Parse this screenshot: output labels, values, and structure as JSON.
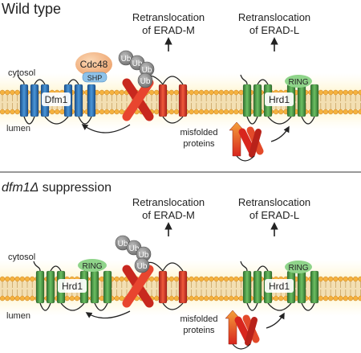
{
  "panels": [
    {
      "title": "Wild type",
      "title_italic_part": "",
      "retrans_left": [
        "Retranslocation",
        "of ERAD-M"
      ],
      "retrans_right": [
        "Retranslocation",
        "of ERAD-L"
      ],
      "cytosol": "cytosol",
      "lumen": "lumen",
      "misfolded": [
        "misfolded",
        "proteins"
      ],
      "left_protein": "Dfm1",
      "right_protein": "Hrd1",
      "cdc48": "Cdc48",
      "shp": "SHP",
      "ring_right": "RING",
      "ring_left": "",
      "ub": [
        "Ub",
        "Ub",
        "Ub",
        "Ub"
      ]
    },
    {
      "title": " suppression",
      "title_italic_part": "dfm1Δ",
      "retrans_left": [
        "Retranslocation",
        "of ERAD-M"
      ],
      "retrans_right": [
        "Retranslocation",
        "of  ERAD-L"
      ],
      "cytosol": "cytosol",
      "lumen": "lumen",
      "misfolded": [
        "misfolded",
        "proteins"
      ],
      "left_protein": "Hrd1",
      "right_protein": "Hrd1",
      "cdc48": "",
      "shp": "",
      "ring_right": "RING",
      "ring_left": "RING",
      "ub": [
        "Ub",
        "Ub",
        "Ub",
        "Ub"
      ]
    }
  ],
  "colors": {
    "membrane_head": "#f5b94a",
    "membrane_tail": "#e9c98a",
    "membrane_glow": "#fff3c4",
    "dfm1_blue": "#2a6fb2",
    "hrd1_green": "#4a9a48",
    "misfolded_red": "#d9342a",
    "cdc48_orange": "#f4b98a",
    "shp_blue": "#8fc3ea",
    "ring_green": "#8fd48a",
    "ub_grey": "#8a8a8a",
    "divider": "#333333"
  }
}
